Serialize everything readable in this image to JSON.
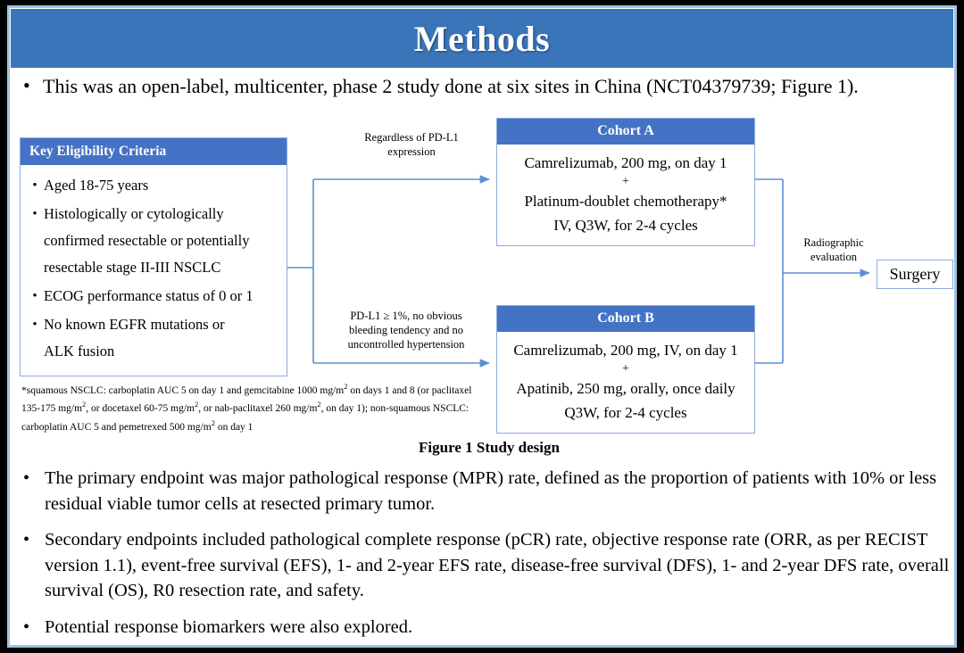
{
  "slide": {
    "title": "Methods",
    "accent_blue": "#4472C4",
    "banner_blue": "#3A75BA",
    "connector_blue": "#5B8FD4",
    "border_color": "#000000"
  },
  "top_bullet": {
    "marker": "•",
    "text": "This was an open-label, multicenter, phase 2 study done at six sites in China (NCT04379739; Figure 1)."
  },
  "figure": {
    "caption": "Figure 1 Study design",
    "eligibility": {
      "header": "Key  Eligibility Criteria",
      "marker": "•",
      "items": [
        {
          "lines": [
            "Aged 18-75 years"
          ]
        },
        {
          "lines": [
            "Histologically or cytologically",
            "confirmed resectable or potentially",
            "resectable stage II-III  NSCLC"
          ]
        },
        {
          "lines": [
            "ECOG performance status of 0 or 1"
          ]
        },
        {
          "lines": [
            "No known EGFR mutations or",
            "ALK fusion"
          ]
        }
      ]
    },
    "footnote": {
      "text": "*squamous NSCLC: carboplatin AUC 5 on day 1 and gemcitabine 1000 mg/m2 on days 1 and 8 (or paclitaxel 135-175 mg/m2, or docetaxel 60-75 mg/m2, or nab-paclitaxel 260 mg/m2, on day 1); non-squamous NSCLC: carboplatin AUC 5 and pemetrexed 500 mg/m2 on day 1"
    },
    "cohort_a": {
      "header": "Cohort A",
      "line1": "Camrelizumab, 200 mg, on day 1",
      "plus": "+",
      "line2": "Platinum-doublet chemotherapy*",
      "line3": "IV, Q3W, for 2-4 cycles"
    },
    "cohort_b": {
      "header": "Cohort B",
      "line1": "Camrelizumab, 200 mg, IV, on day 1",
      "plus": "+",
      "line2": "Apatinib, 250 mg, orally, once daily",
      "line3": "Q3W, for 2-4 cycles"
    },
    "connector_labels": {
      "top": [
        "Regardless  of PD-L1",
        "expression"
      ],
      "bottom": [
        "PD-L1 ≥ 1%, no obvious",
        "bleeding tendency  and no",
        "uncontrolled  hypertension"
      ],
      "right": [
        "Radiographic",
        "evaluation"
      ]
    },
    "surgery": {
      "label": "Surgery"
    }
  },
  "bottom_bullets": {
    "marker": "•",
    "items": [
      "The primary endpoint was major pathological response (MPR) rate, defined as the proportion of patients with 10% or less residual viable tumor cells at resected primary tumor.",
      "Secondary endpoints included pathological complete response (pCR) rate, objective response rate (ORR, as per RECIST version 1.1), event-free survival (EFS), 1- and 2-year EFS rate, disease-free survival (DFS), 1- and 2-year DFS rate, overall survival (OS), R0 resection rate, and safety.",
      "Potential response biomarkers were also explored."
    ]
  }
}
